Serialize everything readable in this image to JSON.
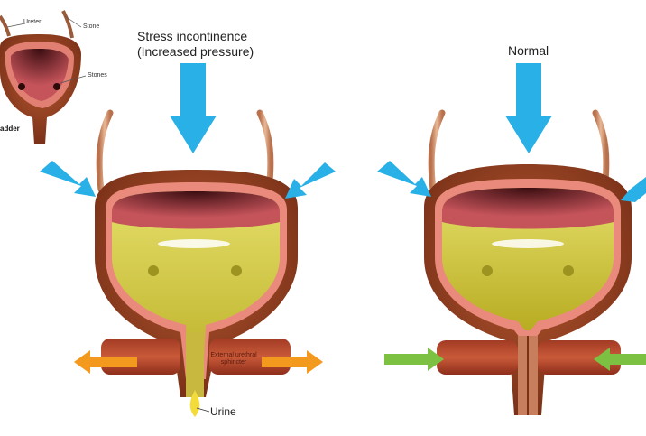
{
  "labels": {
    "ureter": "Ureter",
    "stone": "Stone",
    "stones": "Stones",
    "bladder_partial": "adder",
    "stress_title_line1": "Stress incontinence",
    "stress_title_line2": "(Increased pressure)",
    "normal_title": "Normal",
    "sphincter_line1": "External urethral",
    "sphincter_line2": "sphincter",
    "urine": "Urine"
  },
  "colors": {
    "pressure_arrow": "#29b0e6",
    "outward_force_arrow": "#f39a1e",
    "inward_force_arrow": "#7cc142",
    "bladder_wall": "#8a3b1f",
    "bladder_lining": "#e9857a",
    "urine": "#c9c030"
  }
}
